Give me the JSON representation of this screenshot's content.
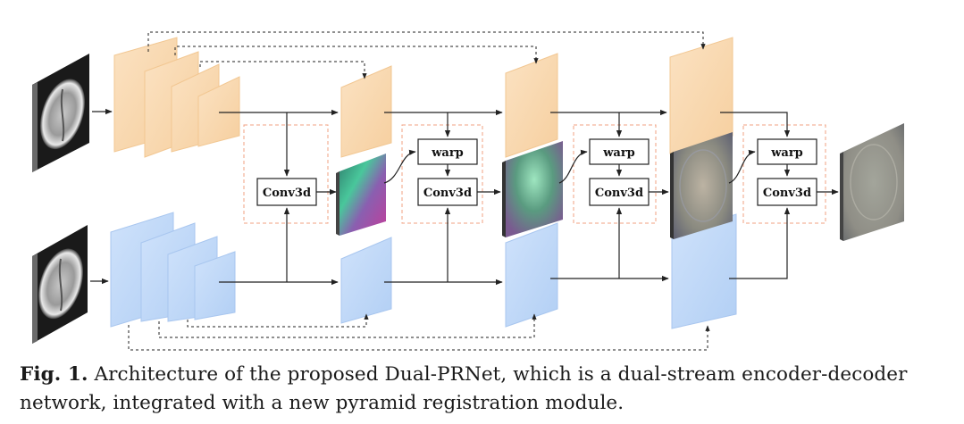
{
  "colors": {
    "orange_feature": "#f9d7ad",
    "orange_feature_edge": "#f2c792",
    "blue_feature": "#bcd6f7",
    "blue_feature_edge": "#a8c6ef",
    "module_border": "#f0a080",
    "arrow": "#222222"
  },
  "blocks": {
    "conv3d": "Conv3d",
    "warp": "warp"
  },
  "caption": {
    "label": "Fig. 1.",
    "text": "Architecture of the proposed Dual-PRNet, which is a dual-stream encoder-decoder network, integrated with a new pyramid registration module."
  }
}
